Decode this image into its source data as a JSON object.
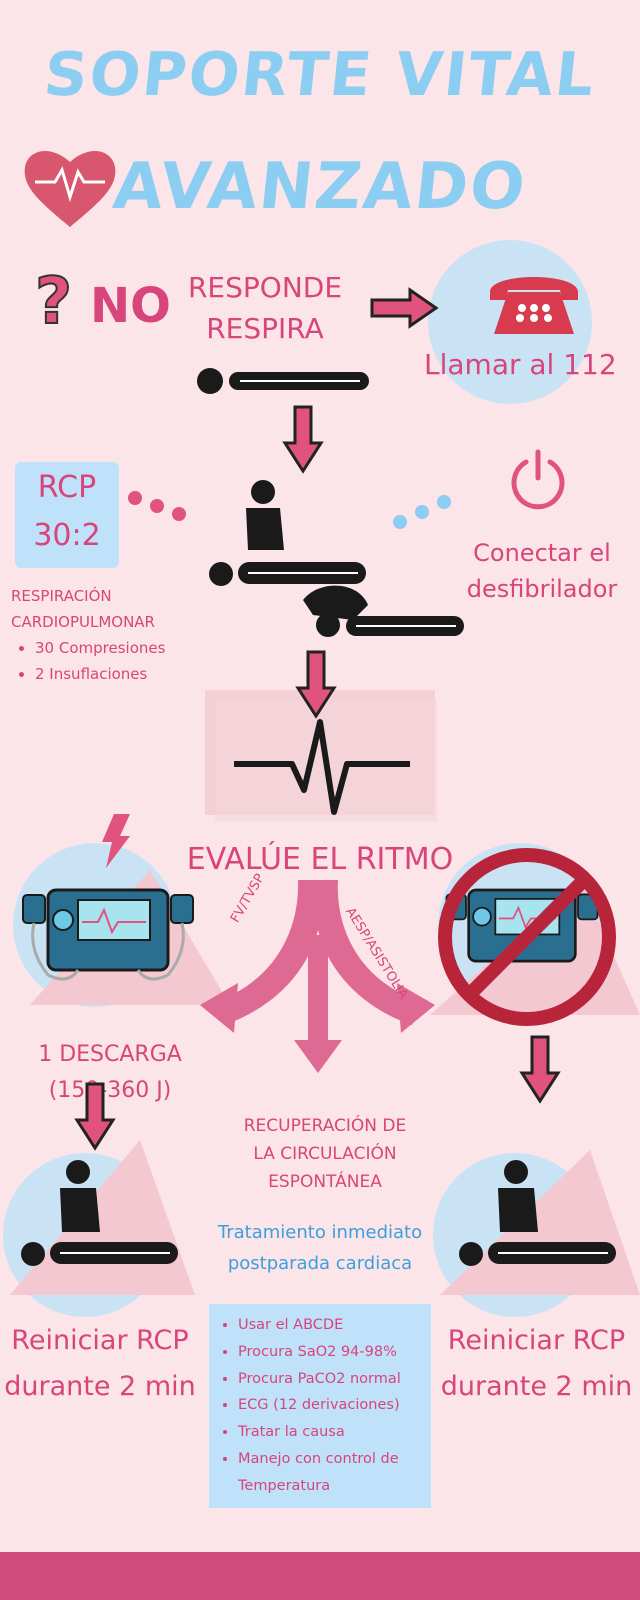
{
  "title": {
    "line1": "SOPORTE VITAL",
    "line2": "AVANZADO"
  },
  "icons": {
    "heart": "heart-pulse-icon",
    "phone": "telephone-icon",
    "power": "power-icon",
    "lightning": "lightning-icon",
    "defibrillator": "defibrillator-icon",
    "no_sign": "prohibited-icon",
    "pulse": "heartbeat-line-icon"
  },
  "step1": {
    "question": "?",
    "no": "NO",
    "responde": "RESPONDE",
    "respira": "RESPIRA",
    "call": "Llamar al 112"
  },
  "rcp": {
    "label": "RCP",
    "ratio": "30:2",
    "title1": "RESPIRACIÓN",
    "title2": "CARDIOPULMONAR",
    "items": [
      "30 Compresiones",
      "2 Insuflaciones"
    ]
  },
  "defib": {
    "line1": "Conectar el",
    "line2": "desfibrilador"
  },
  "evaluate": "EVALÚE EL RITMO",
  "branches": {
    "left": "FV/TVSP",
    "right": "AESP/ASISTOLIA"
  },
  "descarga": {
    "line1": "1 DESCARGA",
    "line2": "(150-360 J)"
  },
  "recovery": {
    "line1": "RECUPERACIÓN DE",
    "line2": "LA CIRCULACIÓN",
    "line3": "ESPONTÁNEA"
  },
  "treatment": {
    "line1": "Tratamiento inmediato",
    "line2": "postparada cardiaca"
  },
  "post_items": [
    "Usar el ABCDE",
    "Procura SaO2 94-98%",
    "Procura PaCO2 normal",
    "ECG (12 derivaciones)",
    "Tratar la causa",
    "Manejo con control de Temperatura"
  ],
  "reiniciar": {
    "line1": "Reiniciar RCP",
    "line2": "durante 2 min"
  },
  "colors": {
    "pink": "#d8457a",
    "blue": "#8ccdf2",
    "light_blue": "#bfe1fa",
    "background": "#fbe5e8",
    "footer": "#d04c7a"
  }
}
